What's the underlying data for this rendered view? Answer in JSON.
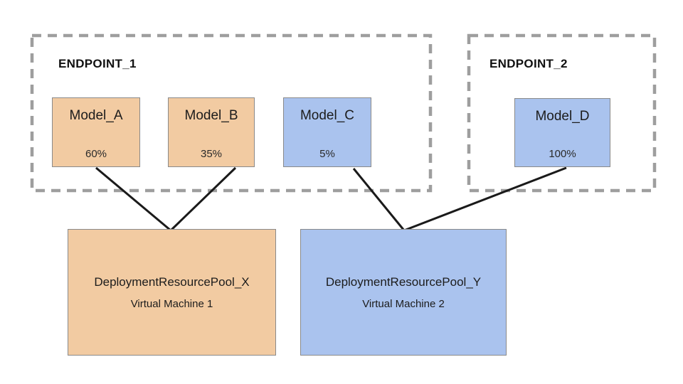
{
  "diagram": {
    "type": "deployment-architecture",
    "colors": {
      "model_group_a": "#f2cba2",
      "model_group_b": "#aac3ee",
      "box_border": "#8a8a8a",
      "endpoint_dashed_border": "#9e9e9e",
      "connector_line": "#1a1a1a",
      "background": "#ffffff"
    },
    "endpoints": [
      {
        "label": "ENDPOINT_1",
        "models": [
          {
            "name": "Model_A",
            "traffic": "60%",
            "pool": "DeploymentResourcePool_X"
          },
          {
            "name": "Model_B",
            "traffic": "35%",
            "pool": "DeploymentResourcePool_X"
          },
          {
            "name": "Model_C",
            "traffic": "5%",
            "pool": "DeploymentResourcePool_Y"
          }
        ]
      },
      {
        "label": "ENDPOINT_2",
        "models": [
          {
            "name": "Model_D",
            "traffic": "100%",
            "pool": "DeploymentResourcePool_Y"
          }
        ]
      }
    ],
    "pools": [
      {
        "name": "DeploymentResourcePool_X",
        "machine": "Virtual Machine 1"
      },
      {
        "name": "DeploymentResourcePool_Y",
        "machine": "Virtual Machine 2"
      }
    ]
  }
}
